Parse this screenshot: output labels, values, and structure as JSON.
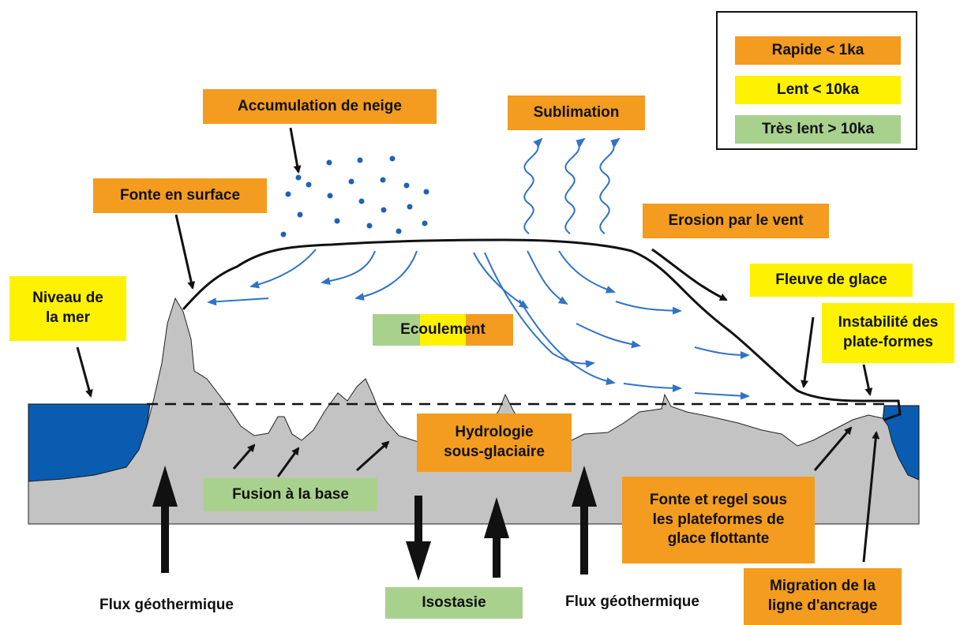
{
  "colors": {
    "rapid": "#f39c1f",
    "slow": "#fff200",
    "very_slow": "#a9d18e",
    "ocean": "#0a5cb0",
    "bedrock": "#c3c3c3",
    "flow_arrows": "#2f73c7"
  },
  "legend": {
    "rapid": "Rapide < 1ka",
    "slow": "Lent < 10ka",
    "very_slow": "Très lent > 10ka"
  },
  "labels": {
    "snow_accumulation": "Accumulation de neige",
    "sublimation": "Sublimation",
    "surface_melt": "Fonte en surface",
    "wind_erosion": "Erosion par le vent",
    "ice_stream": "Fleuve de glace",
    "sea_level": "Niveau de\nla mer",
    "ice_shelf_instability": "Instabilité des\nplate-formes",
    "flow": "Ecoulement",
    "subglacial_hydrology": "Hydrologie\nsous-glaciaire",
    "basal_melt": "Fusion à la base",
    "shelf_melt_refreeze": "Fonte et regel sous\nles plateformes de\nglace flottante",
    "grounding_line_migration": "Migration de la\nligne d'ancrage",
    "isostasy": "Isostasie",
    "geothermal_flux_left": "Flux géothermique",
    "geothermal_flux_right": "Flux géothermique"
  }
}
